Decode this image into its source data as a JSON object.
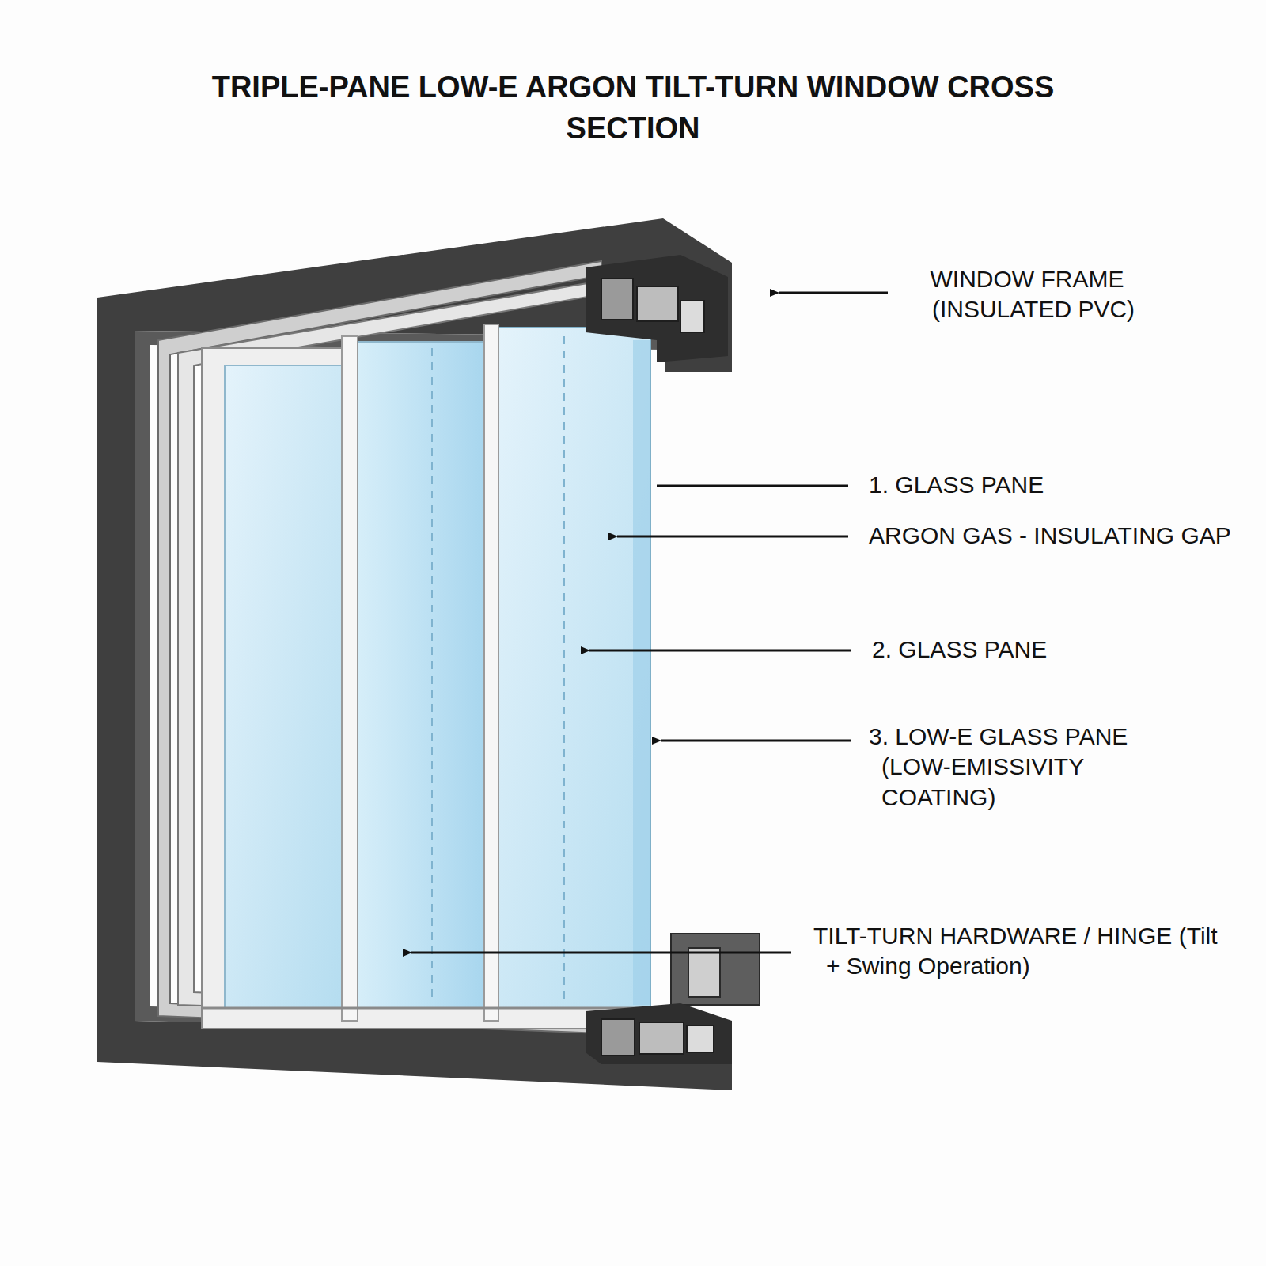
{
  "diagram": {
    "title": "TRIPLE-PANE LOW-E ARGON TILT-TURN WINDOW CROSS SECTION",
    "labels": [
      "WINDOW FRAME (INSULATED PVC)",
      "1. GLASS PANE",
      "ARGON GAS - INSULATING GAP",
      "2. GLASS PANE",
      "3. LOW-E GLASS PANE (LOW-EMISSIVITY COATING)",
      "TILT-TURN HARDWARE / HINGE (Tilt + Swing Operation)"
    ]
  }
}
